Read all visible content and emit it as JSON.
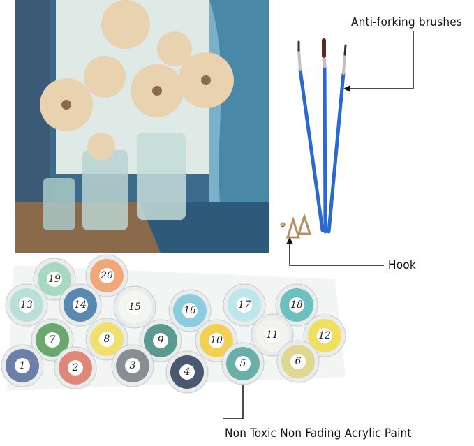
{
  "labels": {
    "brushes": "Anti-forking brushes",
    "hook": "Hook",
    "paint": "Non Toxic Non Fading Acrylic Paint"
  },
  "pots": [
    {
      "num": "19",
      "color": "#a8d8c0"
    },
    {
      "num": "20",
      "color": "#f0a878"
    },
    {
      "num": "13",
      "color": "#b8e0d8"
    },
    {
      "num": "14",
      "color": "#5a88b0"
    },
    {
      "num": "15",
      "color": "#f4f4f0"
    },
    {
      "num": "16",
      "color": "#8ccce0"
    },
    {
      "num": "17",
      "color": "#bce8ec"
    },
    {
      "num": "18",
      "color": "#6cc0c0"
    },
    {
      "num": "7",
      "color": "#6aa870"
    },
    {
      "num": "8",
      "color": "#f0e070"
    },
    {
      "num": "9",
      "color": "#5a9a90"
    },
    {
      "num": "10",
      "color": "#f4d050"
    },
    {
      "num": "11",
      "color": "#f2f2ee"
    },
    {
      "num": "12",
      "color": "#f0e060"
    },
    {
      "num": "1",
      "color": "#6a80a8"
    },
    {
      "num": "2",
      "color": "#e08878"
    },
    {
      "num": "3",
      "color": "#8a8e94"
    },
    {
      "num": "4",
      "color": "#4a5870"
    },
    {
      "num": "5",
      "color": "#6ab0a8"
    },
    {
      "num": "6",
      "color": "#e0d890"
    }
  ],
  "colors": {
    "brush": "#2a6ad0",
    "line": "#111111"
  }
}
